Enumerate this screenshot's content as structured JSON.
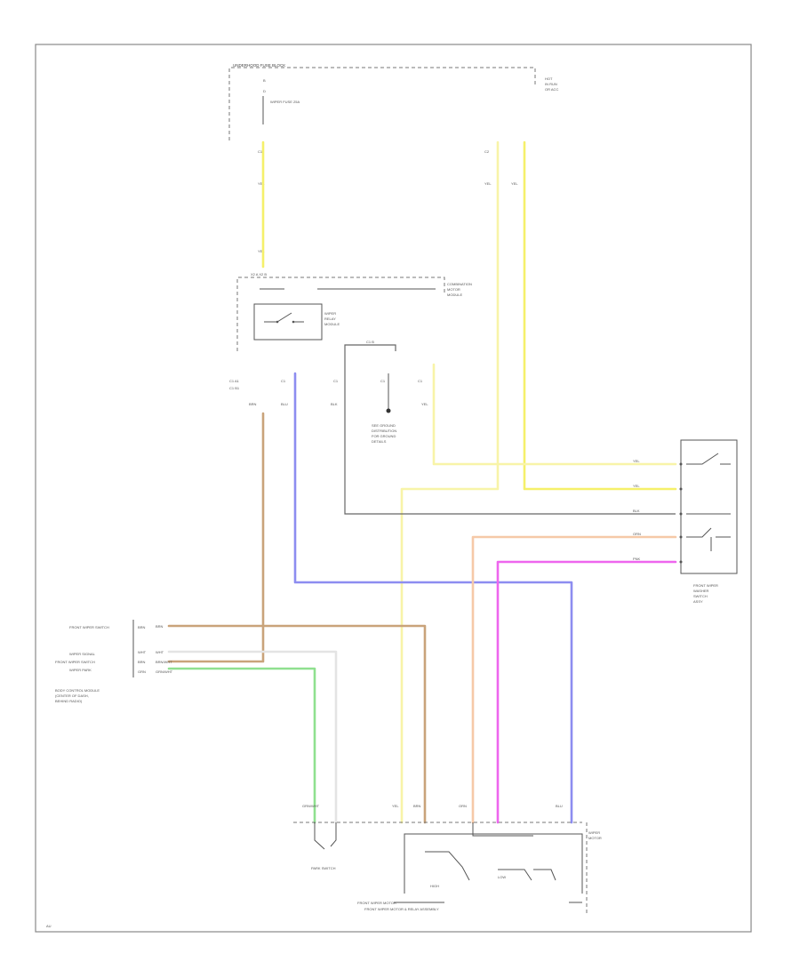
{
  "colors": {
    "yellow": "#f5f06a",
    "yellow_light": "#f8f4a8",
    "brown": "#c9a37a",
    "blue": "#8d8df0",
    "green": "#8fe08f",
    "white": "#e4e4e4",
    "orange": "#f6c9a8",
    "magenta": "#ee66ee",
    "black": "#666666",
    "frame": "#888888"
  },
  "labels": {
    "fuse_block_title": "UNDERHOOD FUSE BLOCK",
    "fuse_name": "WIPER FUSE 25A",
    "hot_at_all_times": "HOT IN RUN OR ACC",
    "c1_top": "C1",
    "c2_top": "C2",
    "wire_yel_1": "YEL",
    "wire_yel_2": "YEL",
    "wire_yel_3": "YEL",
    "wire_yel_4": "YEL",
    "relay_pins": "X2 A  X2 B",
    "relay_box_label": "WIPER RELAY",
    "relay_label_lines": [
      "WIPER",
      "RELAY",
      "MODULE"
    ],
    "module_label_lines": [
      "COMBINATION",
      "MOTOR",
      "MODULE"
    ],
    "mid_conn_1": "C1 A1",
    "mid_conn_2": "C1 B1",
    "mid_conn_3": "C1",
    "mid_conn_4": "C1",
    "mid_conn_5": "C1",
    "mid_conn_6": "C1",
    "mid_wire_1": "BRN",
    "mid_wire_2": "BLU",
    "mid_wire_3": "BLK",
    "mid_wire_4": "YEL",
    "ground_note_lines": [
      "SEE GROUND",
      "DISTRIBUTION",
      "FOR GROUND",
      "DETAILS"
    ],
    "switch_label_lines": [
      "FRONT WIPER",
      "WASHER",
      "SWITCH",
      "ASSY"
    ],
    "sw_wire_1": "YEL",
    "sw_wire_2": "YEL",
    "sw_wire_3": "BLK",
    "sw_wire_4": "ORN",
    "sw_wire_5": "PNK",
    "bcm_rows": [
      "FRONT WIPER SWITCH",
      "WIPER SIGNAL",
      "FRONT WIPER SWITCH",
      "WIPER PARK"
    ],
    "bcm_pin_labels": [
      "BRN",
      "WHT",
      "BRN",
      "GRN"
    ],
    "bcm_wire_labels": [
      "BRN",
      "WHT",
      "BRN/WHT",
      "GRN/WHT"
    ],
    "bcm_title_lines": [
      "BODY CONTROL MODULE",
      "(CENTER OF DASH,",
      "BEHIND RADIO)"
    ],
    "bottom_wire_1": "GRN/WHT",
    "bottom_wire_2": "YEL",
    "bottom_wire_3": "BRN",
    "bottom_wire_4": "ORN",
    "bottom_wire_5": "BLU",
    "motor_title_lines": [
      "WIPER",
      "MOTOR"
    ],
    "park_switch_label": "PARK SWITCH",
    "wiper_motor_label": "FRONT WIPER MOTOR",
    "inner_label_1": "HIGH",
    "inner_label_2": "LOW",
    "bottom_caption": "FRONT WIPER MOTOR & RELAY ASSEMBLY",
    "corner_tag": "AU"
  }
}
